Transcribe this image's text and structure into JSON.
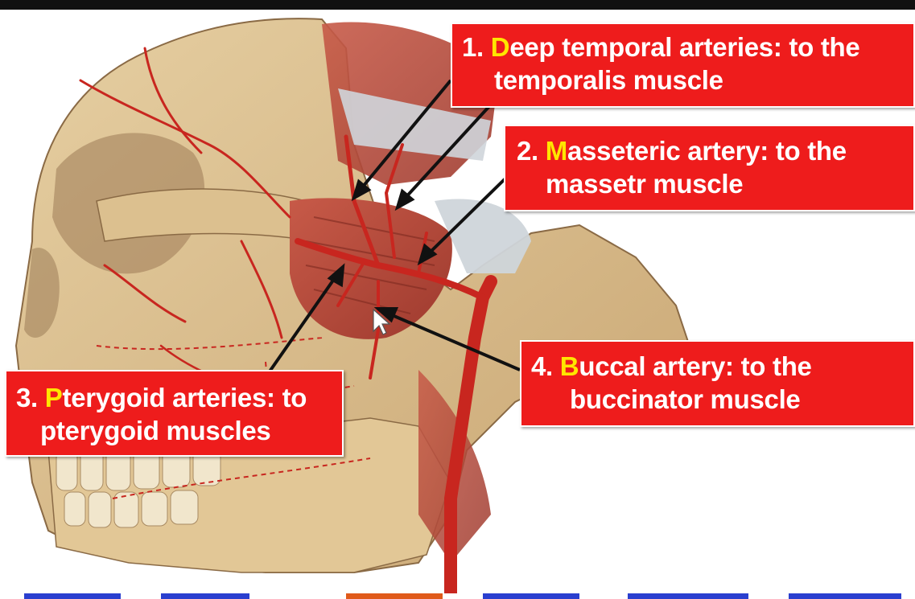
{
  "colors": {
    "callout_bg": "#ee1c1c",
    "callout_text": "#ffffff",
    "initial_highlight": "#ffe600",
    "artery": "#c8261f",
    "bone": "#d9b98a",
    "muscle": "#b24a3c",
    "tendon": "#cfd5da"
  },
  "callouts": [
    {
      "number": "1.",
      "initial": "D",
      "rest": "eep temporal arteries: to the",
      "line2": "temporalis muscle"
    },
    {
      "number": "2.",
      "initial": "M",
      "rest": "asseteric artery: to the",
      "line2": "massetr muscle"
    },
    {
      "number": "3.",
      "initial": "P",
      "rest": "terygoid arteries: to",
      "line2": "pterygoid muscles"
    },
    {
      "number": "4.",
      "initial": "B",
      "rest": "uccal artery: to the",
      "line2": "buccinator muscle"
    }
  ]
}
